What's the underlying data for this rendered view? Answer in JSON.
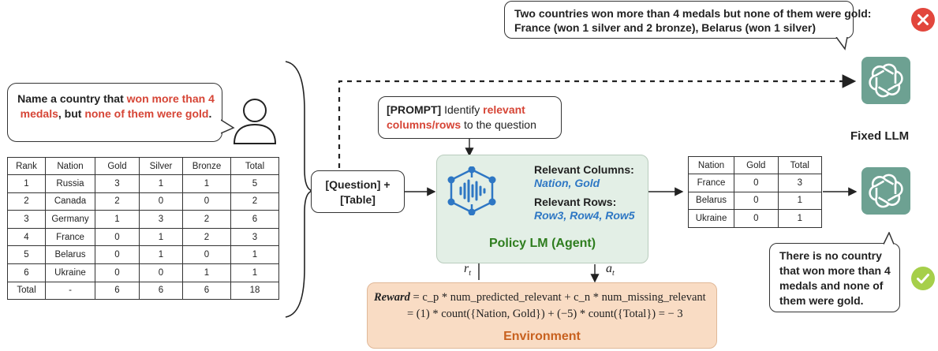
{
  "question_bubble": {
    "part1": "Name a country that ",
    "part2": "won more than 4 medals",
    "part3": ", but ",
    "part4": "none of them were gold",
    "part5": "."
  },
  "input_table": {
    "headers": [
      "Rank",
      "Nation",
      "Gold",
      "Silver",
      "Bronze",
      "Total"
    ],
    "rows": [
      [
        "1",
        "Russia",
        "3",
        "1",
        "1",
        "5"
      ],
      [
        "2",
        "Canada",
        "2",
        "0",
        "0",
        "2"
      ],
      [
        "3",
        "Germany",
        "1",
        "3",
        "2",
        "6"
      ],
      [
        "4",
        "France",
        "0",
        "1",
        "2",
        "3"
      ],
      [
        "5",
        "Belarus",
        "0",
        "1",
        "0",
        "1"
      ],
      [
        "6",
        "Ukraine",
        "0",
        "0",
        "1",
        "1"
      ],
      [
        "Total",
        "-",
        "6",
        "6",
        "6",
        "18"
      ]
    ]
  },
  "input_box": {
    "line1": "[Question] +",
    "line2": "[Table]"
  },
  "prompt": {
    "tag": "[PROMPT]",
    "text1": " Identify ",
    "highlight": "relevant columns/rows",
    "text2": " to the question"
  },
  "agent": {
    "columns_label": "Relevant Columns:",
    "columns_value": "Nation, Gold",
    "rows_label": "Relevant Rows:",
    "rows_value": "Row3, Row4, Row5",
    "title": "Policy LM (Agent)"
  },
  "arrows": {
    "reward_symbol": "r",
    "reward_sub": "t",
    "action_symbol": "a",
    "action_sub": "t"
  },
  "environment": {
    "reward_word": "Reward",
    "line1_rest": " = c_p * num_predicted_relevant + c_n * num_missing_relevant",
    "line2": "= (1) * count({Nation, Gold}) + (−5) * count({Total}) = − 3",
    "title": "Environment"
  },
  "filtered_table": {
    "headers": [
      "Nation",
      "Gold",
      "Total"
    ],
    "rows": [
      [
        "France",
        "0",
        "3"
      ],
      [
        "Belarus",
        "0",
        "1"
      ],
      [
        "Ukraine",
        "0",
        "1"
      ]
    ]
  },
  "fixed_llm_label": "Fixed LLM",
  "wrong_answer": {
    "line1": "Two countries won more than 4 medals but none of them were gold:",
    "line2": "France (won 1 silver and 2 bronze), Belarus (won 1 silver)"
  },
  "right_answer": {
    "line1": "There is no country",
    "line2": "that won more than 4",
    "line3": "medals and none of",
    "line4": "them were gold."
  },
  "colors": {
    "red": "#d64536",
    "green_text": "#2e7d1e",
    "blue_text": "#2e77c4",
    "agent_bg": "#e3efe6",
    "env_bg": "#f9dcc4",
    "env_title": "#c8611f",
    "gpt_bg": "#6da192",
    "error_red": "#e2463c",
    "check_green": "#a6cf4a"
  },
  "icons": [
    "user-icon",
    "llm-logo-icon",
    "agent-network-icon",
    "error-x-icon",
    "check-icon"
  ]
}
